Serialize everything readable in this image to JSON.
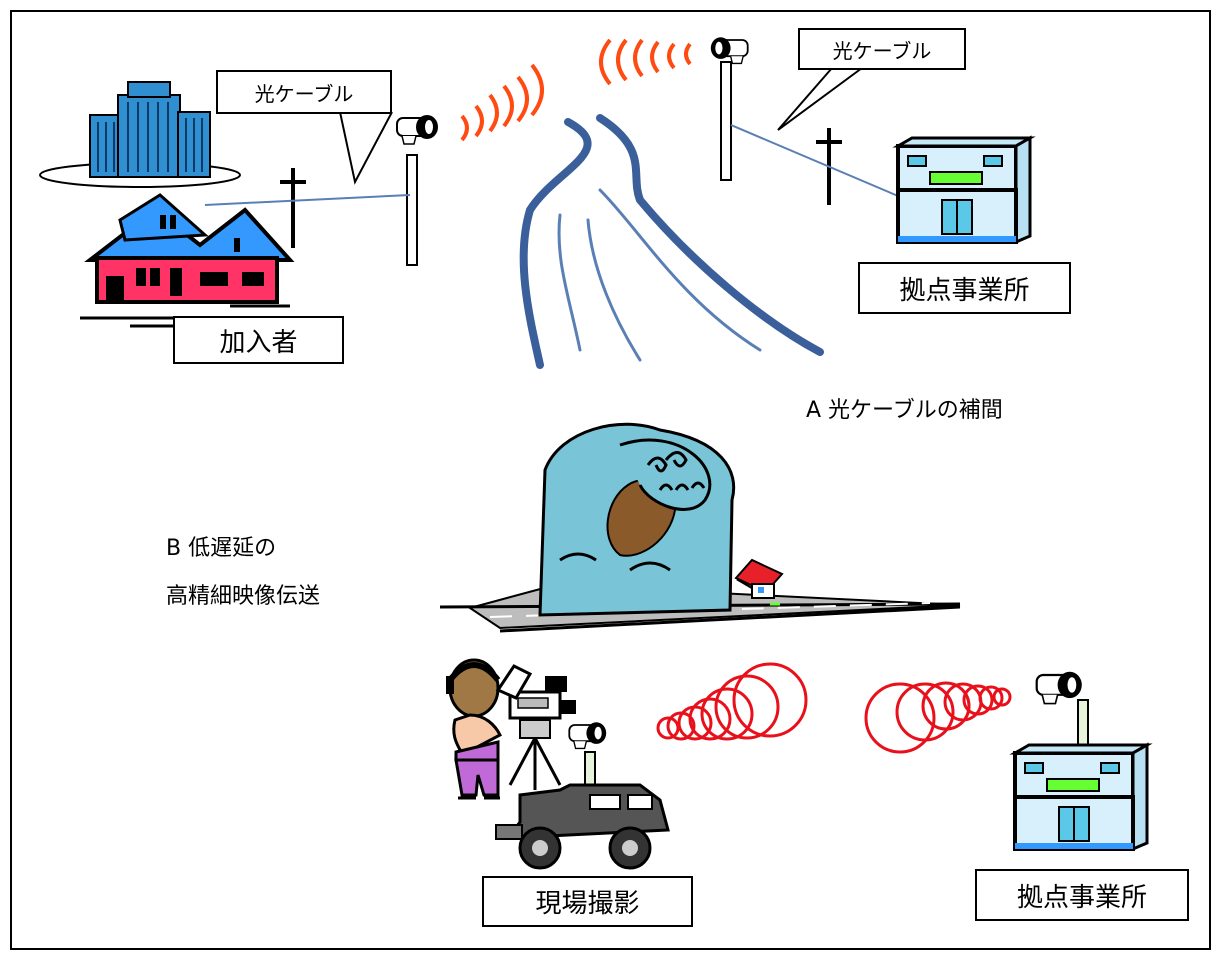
{
  "callouts": {
    "cable_left": "光ケーブル",
    "cable_right": "光ケーブル"
  },
  "labels": {
    "subscriber": "加入者",
    "base_office_top": "拠点事業所",
    "base_office_bottom": "拠点事業所",
    "field_shooting": "現場撮影"
  },
  "captions": {
    "a": "A  光ケーブルの補間",
    "b_line1": "B  低遅延の",
    "b_line2": "高精細映像伝送"
  },
  "colors": {
    "cable": "#5a7fb5",
    "radio_top": "#ff4a12",
    "radio_bottom": "#e8101a",
    "river": "#3a5f9a",
    "house_wall": "#ff3366",
    "house_roof": "#3399ff",
    "wave": "#79c4d6",
    "office_wall": "#d7f0fb"
  }
}
